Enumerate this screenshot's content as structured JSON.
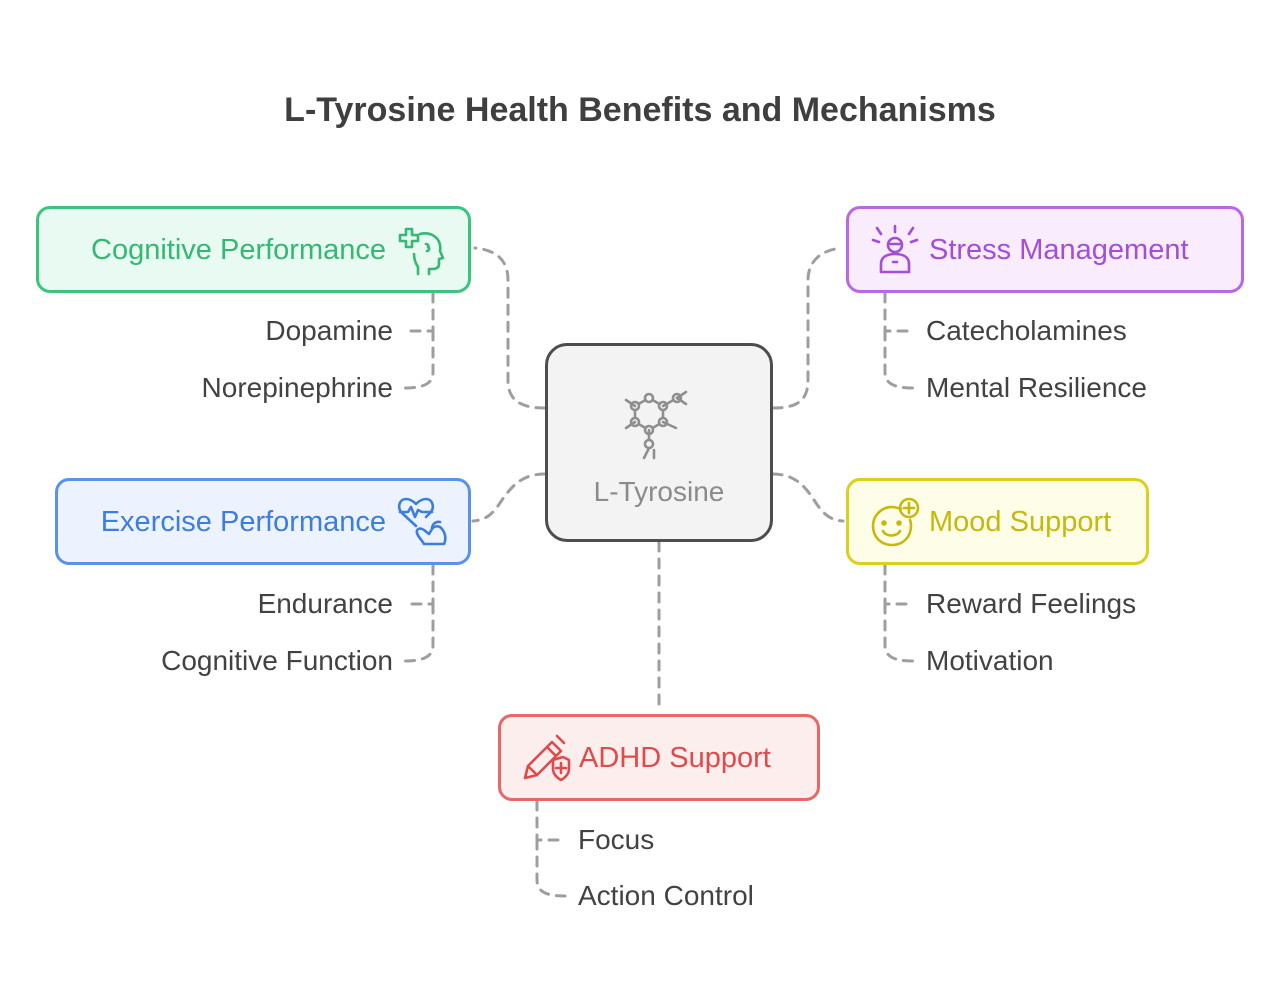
{
  "title": "L-Tyrosine Health Benefits and Mechanisms",
  "center": {
    "label": "L-Tyrosine",
    "icon": "molecule-icon"
  },
  "nodes": {
    "cognitive": {
      "label": "Cognitive Performance",
      "icon": "head-plus-icon",
      "color": "#3ac47d",
      "items": [
        "Dopamine",
        "Norepinephrine"
      ]
    },
    "stress": {
      "label": "Stress Management",
      "icon": "stressed-person-icon",
      "color": "#b768e6",
      "items": [
        "Catecholamines",
        "Mental Resilience"
      ]
    },
    "exercise": {
      "label": "Exercise Performance",
      "icon": "heart-muscle-icon",
      "color": "#5a92e8",
      "items": [
        "Endurance",
        "Cognitive Function"
      ]
    },
    "mood": {
      "label": "Mood Support",
      "icon": "smiley-plus-icon",
      "color": "#dccf1d",
      "items": [
        "Reward Feelings",
        "Motivation"
      ]
    },
    "adhd": {
      "label": "ADHD Support",
      "icon": "pencil-shield-icon",
      "color": "#e86767",
      "items": [
        "Focus",
        "Action Control"
      ]
    }
  }
}
